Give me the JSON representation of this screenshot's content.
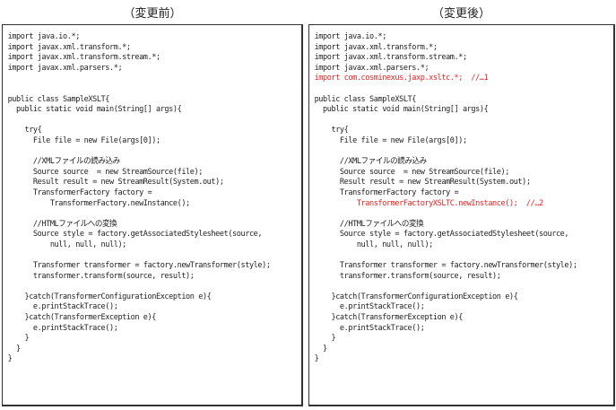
{
  "headings": {
    "before": "（変更前）",
    "after": "（変更後）"
  },
  "highlight_color": "#e8211f",
  "before": {
    "lines": [
      {
        "text": "import java.io.*;",
        "hl": false
      },
      {
        "text": "import javax.xml.transform.*;",
        "hl": false
      },
      {
        "text": "import javax.xml.transform.stream.*;",
        "hl": false
      },
      {
        "text": "import javax.xml.parsers.*;",
        "hl": false
      },
      {
        "text": "",
        "hl": false
      },
      {
        "text": "",
        "hl": false
      },
      {
        "text": "public class SampleXSLT{",
        "hl": false
      },
      {
        "text": "  public static void main(String[] args){",
        "hl": false
      },
      {
        "text": "",
        "hl": false
      },
      {
        "text": "    try{",
        "hl": false
      },
      {
        "text": "      File file = new File(args[0]);",
        "hl": false
      },
      {
        "text": "",
        "hl": false
      },
      {
        "text": "      //XMLファイルの読み込み",
        "hl": false
      },
      {
        "text": "      Source source  = new StreamSource(file);",
        "hl": false
      },
      {
        "text": "      Result result = new StreamResult(System.out);",
        "hl": false
      },
      {
        "text": "      TransformerFactory factory =",
        "hl": false
      },
      {
        "text": "          TransformerFactory.newInstance();",
        "hl": false
      },
      {
        "text": "",
        "hl": false
      },
      {
        "text": "      //HTMLファイルへの変換",
        "hl": false
      },
      {
        "text": "      Source style = factory.getAssociatedStylesheet(source,",
        "hl": false
      },
      {
        "text": "          null, null, null);",
        "hl": false
      },
      {
        "text": "",
        "hl": false
      },
      {
        "text": "      Transformer transformer = factory.newTransformer(style);",
        "hl": false
      },
      {
        "text": "      transformer.transform(source, result);",
        "hl": false
      },
      {
        "text": "",
        "hl": false
      },
      {
        "text": "    }catch(TransformerConfigurationException e){",
        "hl": false
      },
      {
        "text": "      e.printStackTrace();",
        "hl": false
      },
      {
        "text": "    }catch(TransformerException e){",
        "hl": false
      },
      {
        "text": "      e.printStackTrace();",
        "hl": false
      },
      {
        "text": "    }",
        "hl": false
      },
      {
        "text": "  }",
        "hl": false
      },
      {
        "text": "}",
        "hl": false
      }
    ]
  },
  "after": {
    "lines": [
      {
        "text": "import java.io.*;",
        "hl": false
      },
      {
        "text": "import javax.xml.transform.*;",
        "hl": false
      },
      {
        "text": "import javax.xml.transform.stream.*;",
        "hl": false
      },
      {
        "text": "import javax.xml.parsers.*;",
        "hl": false
      },
      {
        "text": "import com.cosminexus.jaxp.xsltc.*;  //…1",
        "hl": true
      },
      {
        "text": "",
        "hl": false
      },
      {
        "text": "public class SampleXSLT{",
        "hl": false
      },
      {
        "text": "  public static void main(String[] args){",
        "hl": false
      },
      {
        "text": "",
        "hl": false
      },
      {
        "text": "    try{",
        "hl": false
      },
      {
        "text": "      File file = new File(args[0]);",
        "hl": false
      },
      {
        "text": "",
        "hl": false
      },
      {
        "text": "      //XMLファイルの読み込み",
        "hl": false
      },
      {
        "text": "      Source source  = new StreamSource(file);",
        "hl": false
      },
      {
        "text": "      Result result = new StreamResult(System.out);",
        "hl": false
      },
      {
        "text": "      TransformerFactory factory =",
        "hl": false
      },
      {
        "text": "          TransformerFactoryXSLTC.newInstance();  //…2",
        "hl": true
      },
      {
        "text": "",
        "hl": false
      },
      {
        "text": "      //HTMLファイルへの変換",
        "hl": false
      },
      {
        "text": "      Source style = factory.getAssociatedStylesheet(source,",
        "hl": false
      },
      {
        "text": "          null, null, null);",
        "hl": false
      },
      {
        "text": "",
        "hl": false
      },
      {
        "text": "      Transformer transformer = factory.newTransformer(style);",
        "hl": false
      },
      {
        "text": "      transformer.transform(source, result);",
        "hl": false
      },
      {
        "text": "",
        "hl": false
      },
      {
        "text": "    }catch(TransformerConfigurationException e){",
        "hl": false
      },
      {
        "text": "      e.printStackTrace();",
        "hl": false
      },
      {
        "text": "    }catch(TransformerException e){",
        "hl": false
      },
      {
        "text": "      e.printStackTrace();",
        "hl": false
      },
      {
        "text": "    }",
        "hl": false
      },
      {
        "text": "  }",
        "hl": false
      },
      {
        "text": "}",
        "hl": false
      }
    ]
  }
}
